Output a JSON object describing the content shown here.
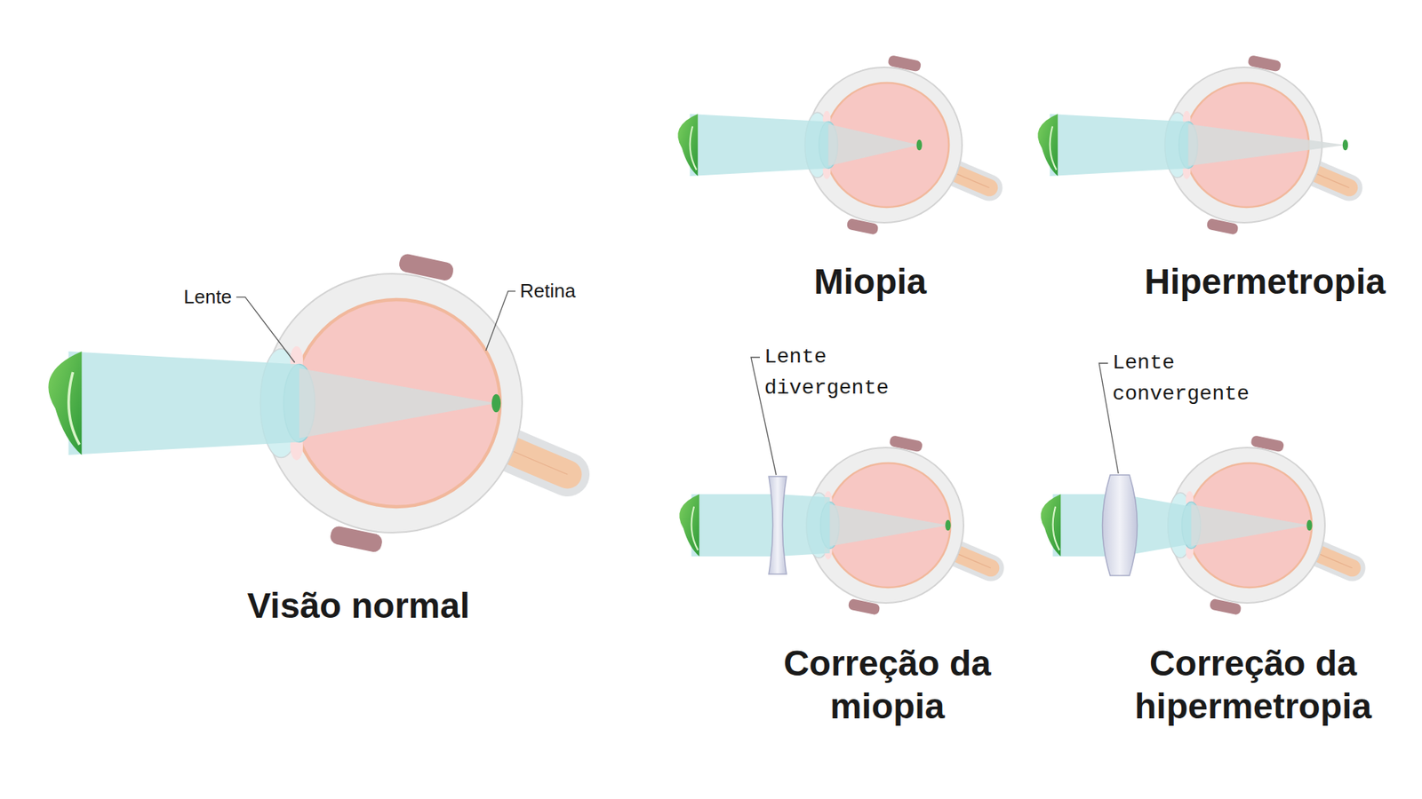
{
  "diagram": {
    "labels": [
      "Lente",
      "Retina",
      "Visão normal",
      "Miopia",
      "Hipermetropia",
      "Lente divergente",
      "Lente convergente",
      "Correção da miopia",
      "Correção da hipermetropia"
    ]
  }
}
